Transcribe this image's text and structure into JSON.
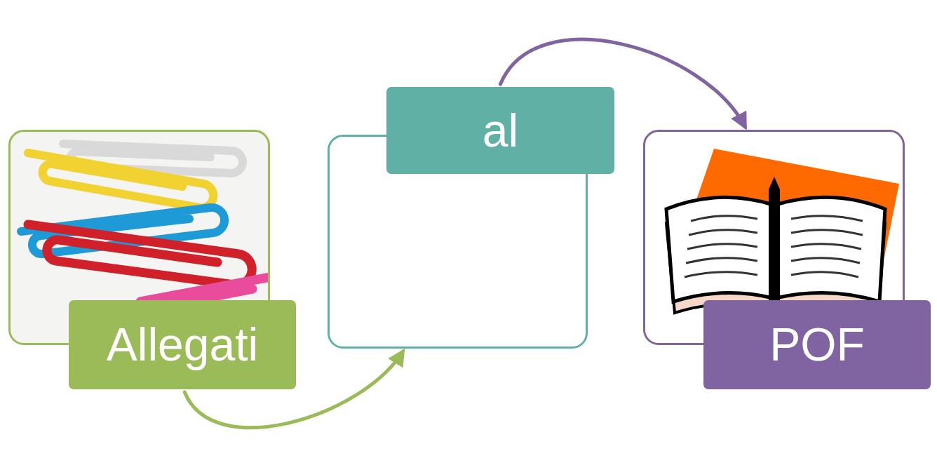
{
  "diagram": {
    "nodes": [
      {
        "text": [
          "Allegati"
        ]
      },
      {
        "text": [
          "al"
        ]
      },
      {
        "text": [
          "POF"
        ]
      }
    ],
    "edges": [
      {
        "from": 0,
        "to": 1,
        "arrow": "to"
      },
      {
        "from": 1,
        "to": 2,
        "arrow": "to"
      }
    ]
  }
}
